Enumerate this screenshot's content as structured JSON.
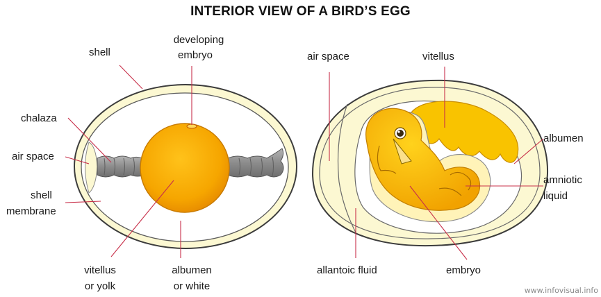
{
  "title": "INTERIOR VIEW OF A BIRD’S EGG",
  "left_egg": {
    "shell": "shell",
    "developing_embryo_1": "developing",
    "developing_embryo_2": "embryo",
    "chalaza": "chalaza",
    "air_space": "air space",
    "shell_membrane_1": "shell",
    "shell_membrane_2": "membrane",
    "vitellus_1": "vitellus",
    "vitellus_2": "or yolk",
    "albumen_1": "albumen",
    "albumen_2": "or white"
  },
  "right_egg": {
    "air_space": "air space",
    "vitellus": "vitellus",
    "albumen": "albumen",
    "amniotic_1": "amniotic",
    "amniotic_2": "liquid",
    "allantoic_fluid": "allantoic fluid",
    "embryo": "embryo"
  },
  "watermark": "www.infovisual.info",
  "colors": {
    "label_line": "#c8304a",
    "shell_outline": "#3a3a3a",
    "albumen": "#fbf6c8",
    "yolk": "#f5a800",
    "chalaza": "#8f8f8f"
  }
}
